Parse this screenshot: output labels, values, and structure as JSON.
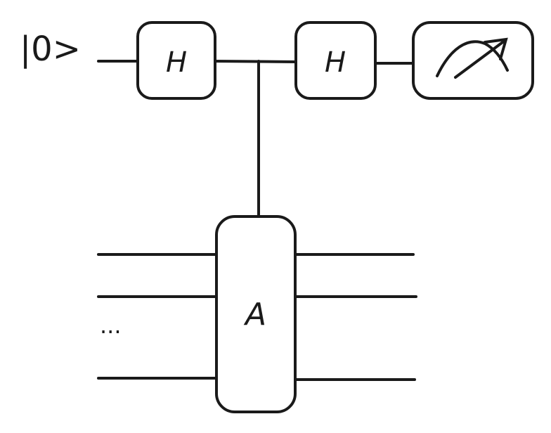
{
  "diagram": {
    "input_state": "|0>",
    "gates": {
      "hadamard_1": "H",
      "hadamard_2": "H",
      "controlled_unitary": "A"
    },
    "ellipsis": "...",
    "stroke_color": "#1a1a1a",
    "background": "#ffffff"
  }
}
